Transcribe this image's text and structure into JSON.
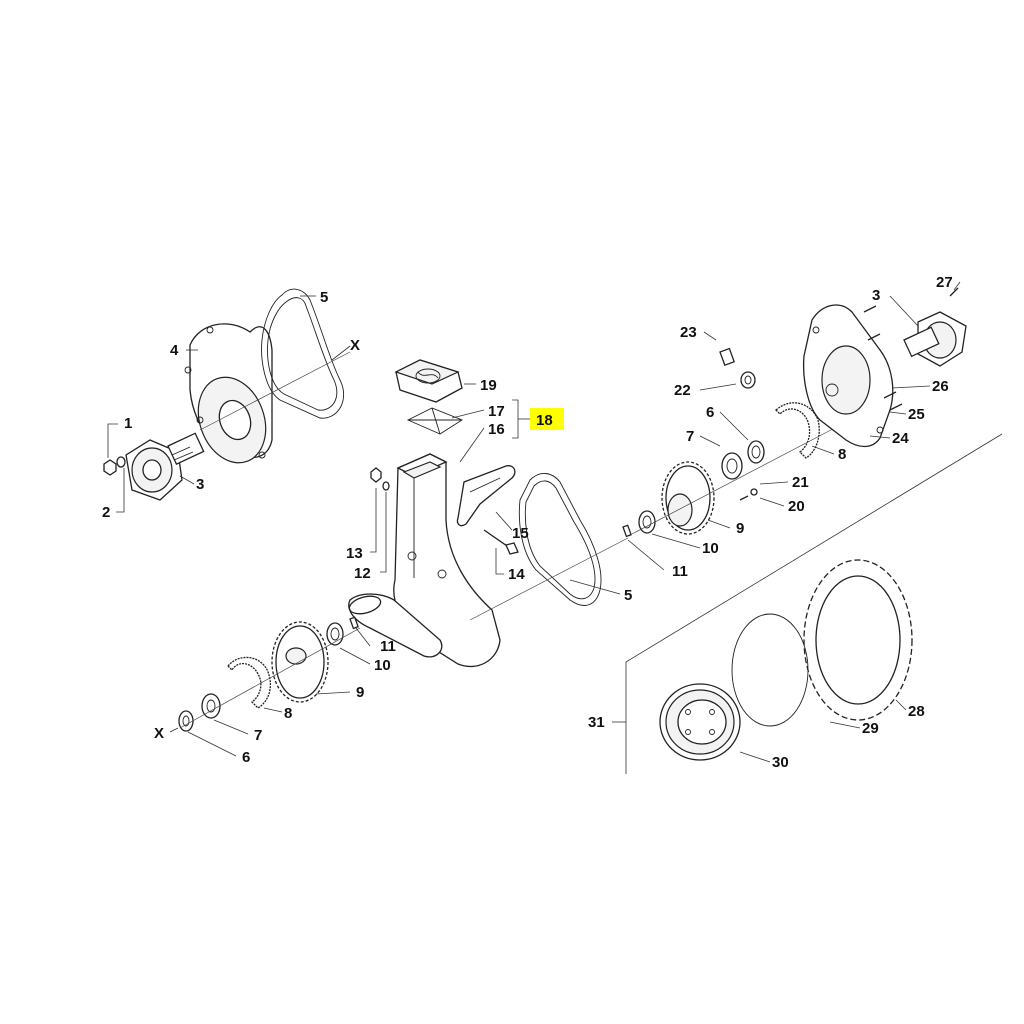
{
  "diagram": {
    "highlight_color": "#ffff00",
    "labels": {
      "c1": "1",
      "c2": "2",
      "c3_left": "3",
      "c3_right": "3",
      "c4": "4",
      "c5_top": "5",
      "c5_mid": "5",
      "c6_left": "6",
      "c6_right": "6",
      "c7_left": "7",
      "c7_right": "7",
      "c8_left": "8",
      "c8_right": "8",
      "c9_left": "9",
      "c9_right": "9",
      "c10_left": "10",
      "c10_right": "10",
      "c11_left": "11",
      "c11_right": "11",
      "c12": "12",
      "c13": "13",
      "c14": "14",
      "c15": "15",
      "c16": "16",
      "c17": "17",
      "c18": "18",
      "c19": "19",
      "c20": "20",
      "c21": "21",
      "c22": "22",
      "c23": "23",
      "c24": "24",
      "c25": "25",
      "c26": "26",
      "c27": "27",
      "c28": "28",
      "c29": "29",
      "c30": "30",
      "c31": "31",
      "x_left_top": "X",
      "x_left_bottom": "X"
    }
  }
}
